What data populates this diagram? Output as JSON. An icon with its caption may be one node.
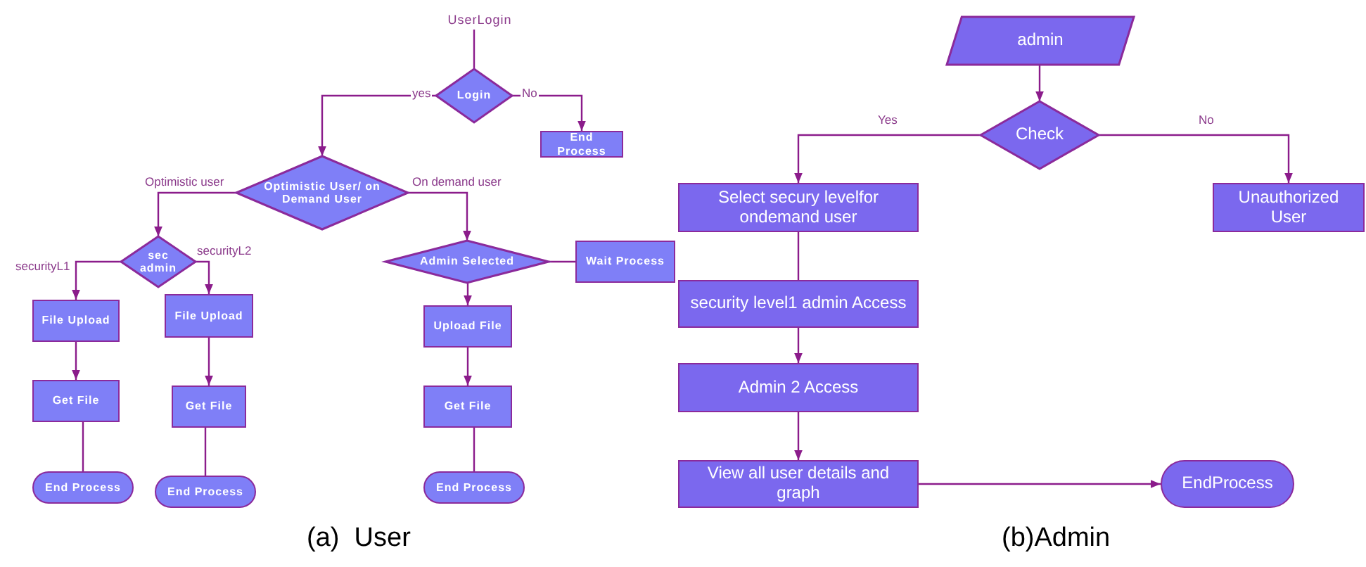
{
  "diagram": {
    "nodes": [
      {
        "text": [
          "UserLogin"
        ]
      },
      {
        "text": [
          "Login"
        ]
      },
      {
        "text": [
          "End Process"
        ]
      },
      {
        "text": [
          "Optimistic User/ on Demand User"
        ]
      },
      {
        "text": [
          "sec admin"
        ]
      },
      {
        "text": [
          "Admin Selected"
        ]
      },
      {
        "text": [
          "Wait Process"
        ]
      },
      {
        "text": [
          "File Upload"
        ]
      },
      {
        "text": [
          "File Upload"
        ]
      },
      {
        "text": [
          "Upload File"
        ]
      },
      {
        "text": [
          "Get File"
        ]
      },
      {
        "text": [
          "Get File"
        ]
      },
      {
        "text": [
          "Get File"
        ]
      },
      {
        "text": [
          "End Process"
        ]
      },
      {
        "text": [
          "End Process"
        ]
      },
      {
        "text": [
          "End Process"
        ]
      },
      {
        "text": [
          "admin"
        ]
      },
      {
        "text": [
          "Check"
        ]
      },
      {
        "text": [
          "Select secury levelfor ondemand user"
        ]
      },
      {
        "text": [
          "Unauthorized User"
        ]
      },
      {
        "text": [
          "security level1 admin Access"
        ]
      },
      {
        "text": [
          "Admin 2 Access"
        ]
      },
      {
        "text": [
          "View all user details and graph"
        ]
      },
      {
        "text": [
          "EndProcess"
        ]
      }
    ],
    "edges": [
      {
        "from": 0,
        "to": 1,
        "arrow": "none"
      },
      {
        "from": 1,
        "to": 2,
        "arrow": "to",
        "label": "No"
      },
      {
        "from": 1,
        "to": 3,
        "arrow": "to",
        "label": "yes"
      },
      {
        "from": 3,
        "to": 4,
        "arrow": "to",
        "label": "Optimistic user"
      },
      {
        "from": 3,
        "to": 5,
        "arrow": "to",
        "label": "On demand user"
      },
      {
        "from": 5,
        "to": 6,
        "arrow": "none"
      },
      {
        "from": 4,
        "to": 7,
        "arrow": "to",
        "label": "securityL1"
      },
      {
        "from": 4,
        "to": 8,
        "arrow": "to",
        "label": "securityL2"
      },
      {
        "from": 5,
        "to": 9,
        "arrow": "to"
      },
      {
        "from": 7,
        "to": 10,
        "arrow": "to"
      },
      {
        "from": 8,
        "to": 11,
        "arrow": "to"
      },
      {
        "from": 9,
        "to": 12,
        "arrow": "to"
      },
      {
        "from": 10,
        "to": 13,
        "arrow": "none"
      },
      {
        "from": 11,
        "to": 14,
        "arrow": "none"
      },
      {
        "from": 12,
        "to": 15,
        "arrow": "none"
      },
      {
        "from": 16,
        "to": 17,
        "arrow": "to"
      },
      {
        "from": 17,
        "to": 18,
        "arrow": "to",
        "label": "Yes"
      },
      {
        "from": 17,
        "to": 19,
        "arrow": "to",
        "label": "No"
      },
      {
        "from": 18,
        "to": 20,
        "arrow": "none"
      },
      {
        "from": 20,
        "to": 21,
        "arrow": "to"
      },
      {
        "from": 21,
        "to": 22,
        "arrow": "to"
      },
      {
        "from": 22,
        "to": 23,
        "arrow": "to"
      }
    ],
    "labels": [
      "(a)  User",
      "(b)Admin"
    ]
  }
}
